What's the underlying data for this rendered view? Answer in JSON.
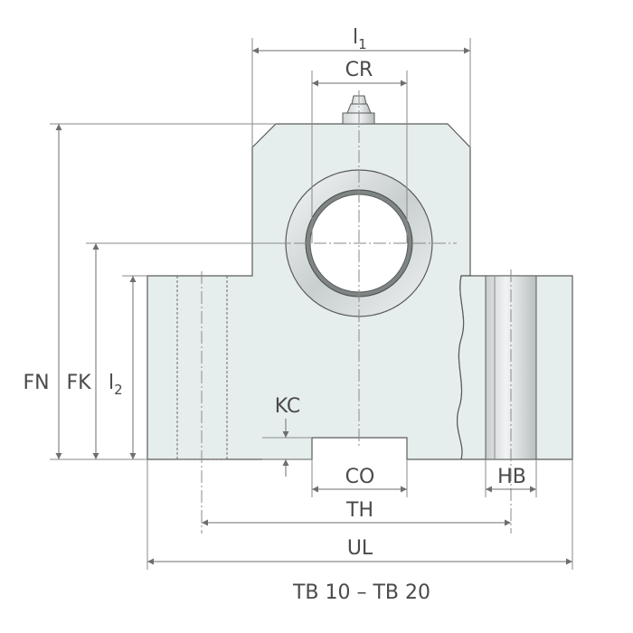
{
  "drawing": {
    "caption": "TB 10 – TB 20",
    "dimensions": {
      "l1": {
        "main": "l",
        "sub": "1"
      },
      "cr": "CR",
      "fn": "FN",
      "fk": "FK",
      "l2": {
        "main": "l",
        "sub": "2"
      },
      "kc": "KC",
      "co": "CO",
      "th": "TH",
      "hb": "HB",
      "ul": "UL"
    },
    "colors": {
      "body": "#e6eeed",
      "outline": "#5a5a5a",
      "dimension": "#6e6e6e",
      "text": "#4a4a4a"
    }
  }
}
